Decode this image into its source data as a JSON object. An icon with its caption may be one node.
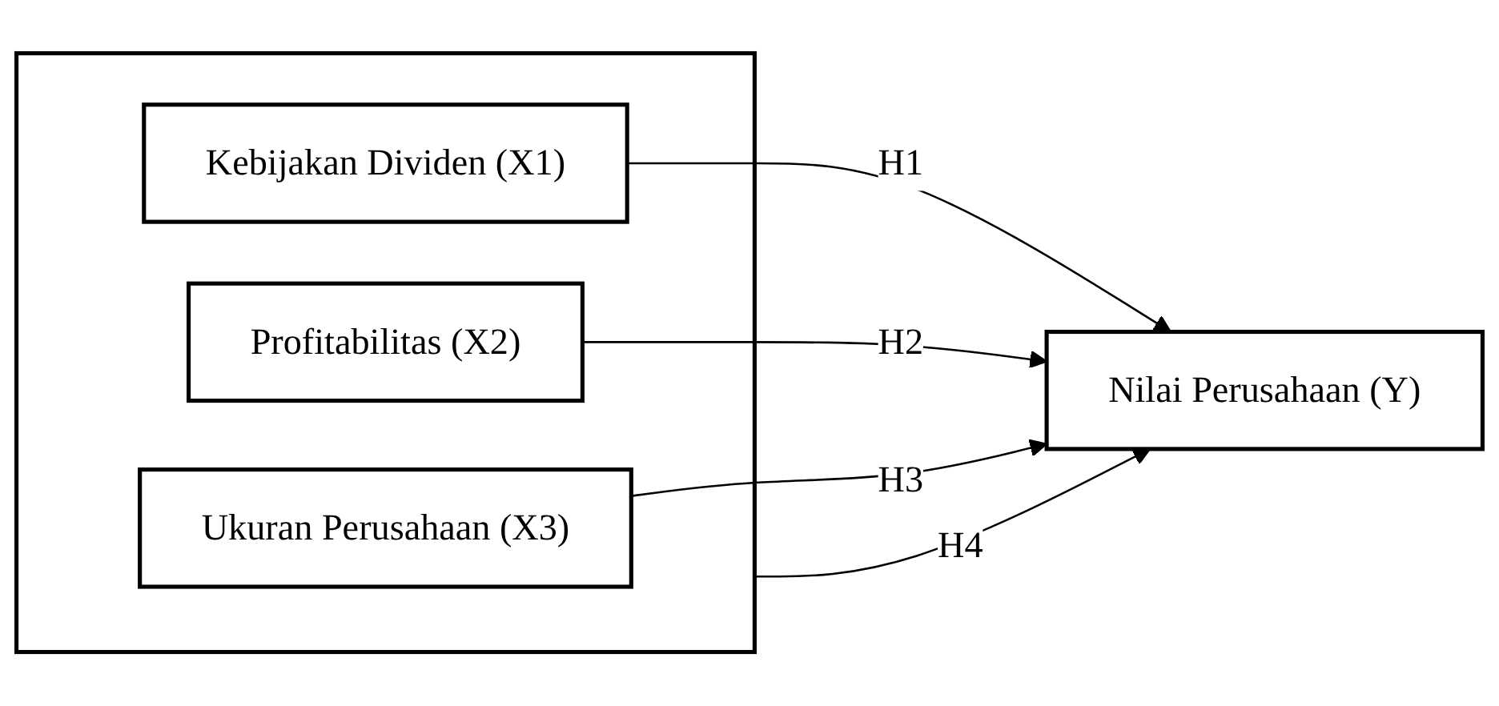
{
  "diagram": {
    "nodes": [
      {
        "text": [],
        "shape": "box"
      },
      {
        "text": [
          "Kebijakan Dividen (X1)"
        ],
        "in": 0
      },
      {
        "text": [
          "Profitabilitas (X2)"
        ],
        "in": 0
      },
      {
        "text": [
          "Ukuran Perusahaan (X3)"
        ],
        "in": 0
      },
      {
        "text": [
          "Nilai Perusahaan (Y)"
        ]
      }
    ],
    "edges": [
      {
        "from": 1,
        "to": 4,
        "arrow": "to",
        "label": "H1"
      },
      {
        "from": 2,
        "to": 4,
        "arrow": "to",
        "label": "H2"
      },
      {
        "from": 3,
        "to": 4,
        "arrow": "to",
        "label": "H3"
      },
      {
        "from": 0,
        "to": 4,
        "arrow": "to",
        "label": "H4"
      }
    ]
  }
}
